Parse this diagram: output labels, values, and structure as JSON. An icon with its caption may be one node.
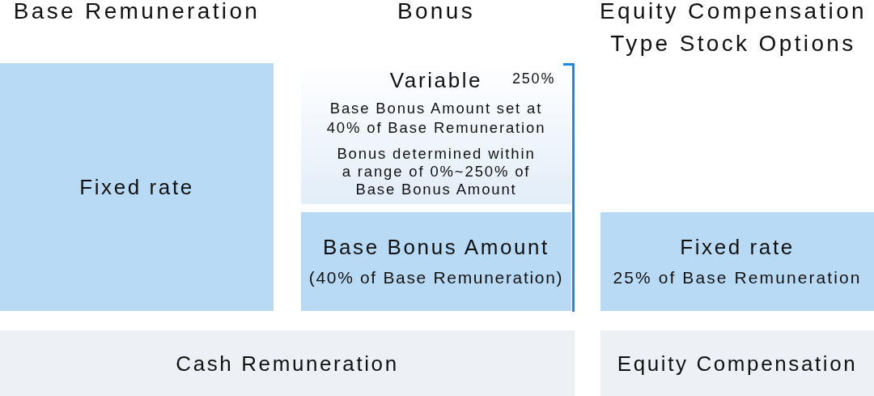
{
  "diagram": {
    "nodes": [
      {
        "text": [
          "Fixed rate"
        ]
      },
      {
        "text": [
          "Variable",
          "Base Bonus Amount set at 40% of Base Remuneration",
          "Bonus determined within a range of 0%~250% of Base Bonus Amount"
        ]
      },
      {
        "text": [
          "Base Bonus Amount",
          "(40% of Base Remuneration)"
        ]
      },
      {
        "text": [
          "Fixed rate",
          "25% of Base Remuneration"
        ]
      },
      {
        "text": [
          "Cash Remuneration"
        ]
      },
      {
        "text": [
          "Equity Compensation"
        ]
      }
    ],
    "labels": [
      "Base Remuneration",
      "Bonus",
      "Equity Compensation Type Stock Options",
      "250%"
    ]
  }
}
